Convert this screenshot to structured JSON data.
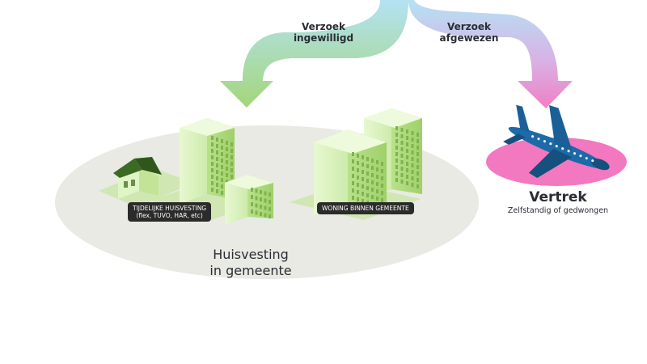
{
  "arrows": {
    "left": {
      "line1": "Verzoek",
      "line2": "ingewilligd"
    },
    "right": {
      "line1": "Verzoek",
      "line2": "afgewezen"
    }
  },
  "housing": {
    "title_line1": "Huisvesting",
    "title_line2": "in gemeente",
    "temporary_tag_line1": "TIJDELIJKE HUISVESTING",
    "temporary_tag_line2": "(flex, TUVO, HAR, etc)",
    "permanent_tag": "WONING BINNEN GEMEENTE"
  },
  "departure": {
    "title": "Vertrek",
    "subtitle": "Zelfstandig of gedwongen"
  },
  "colors": {
    "ellipse": "#e8eae3",
    "building_light": "#dff5c2",
    "building_mid": "#c3e89a",
    "building_dark": "#9ccf68",
    "house_roof": "#3b6a24",
    "arrow_blue": "#b4e2f3",
    "arrow_green": "#9fd276",
    "arrow_pink": "#f086c7",
    "plane": "#1d6aa8",
    "pink_shadow": "#f278bf"
  },
  "icons": [
    "house-icon",
    "building-icon",
    "airplane-icon"
  ]
}
